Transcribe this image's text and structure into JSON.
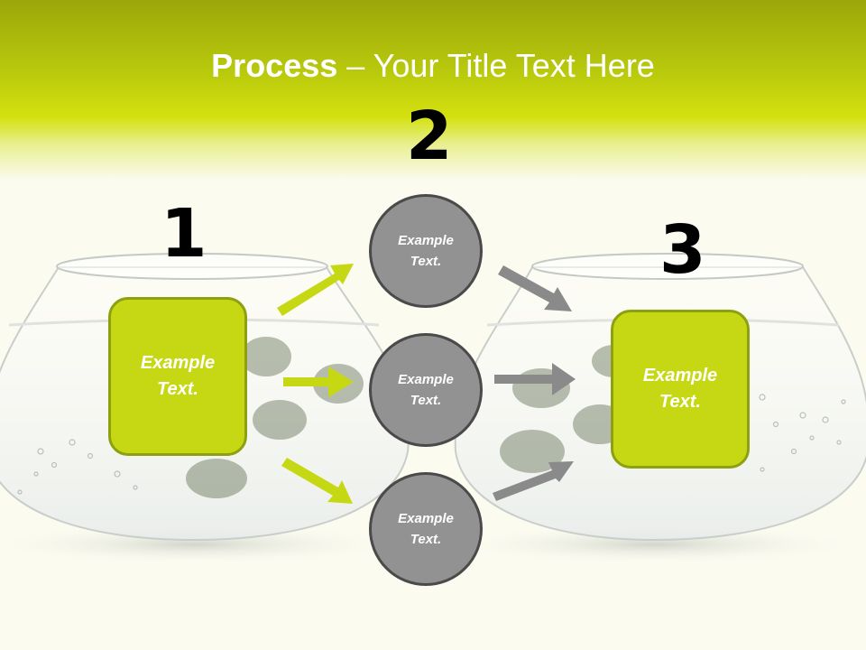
{
  "title": {
    "bold": "Process",
    "rest": " – Your Title Text Here"
  },
  "steps": {
    "one": "1",
    "two": "2",
    "three": "3"
  },
  "boxes": {
    "left": "Example\nText.",
    "right": "Example\nText."
  },
  "circles": {
    "top": "Example\nText.",
    "middle": "Example\nText.",
    "bottom": "Example\nText."
  },
  "colors": {
    "accent": "#c6d814",
    "accent_border": "#8da010",
    "circle": "#929292",
    "arrow_gray": "#8a8a8a"
  }
}
